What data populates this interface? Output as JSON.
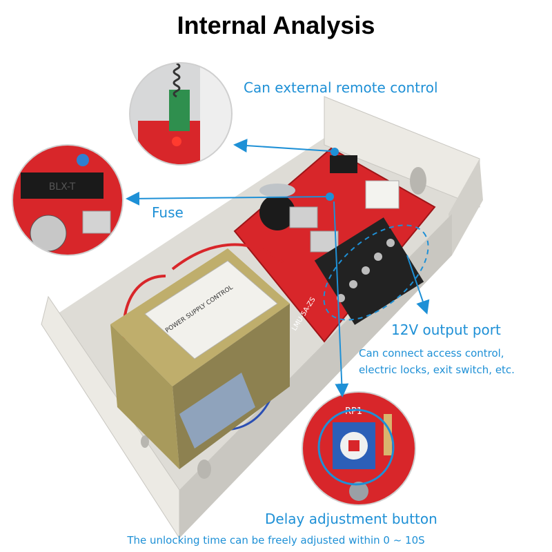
{
  "title": "Internal Analysis",
  "callouts": {
    "remote": "Can external remote control",
    "fuse": "Fuse",
    "output": "12V output port",
    "output_detail": "Can connect access control, electric locks, exit switch, etc.",
    "delay": "Delay adjustment button",
    "delay_detail": "The unlocking time can be freely adjusted within 0 ~ 10S"
  },
  "product_labels": {
    "transformer_label": "POWER SUPPLY CONTROL",
    "board_id": "LMU-5A-ZS",
    "fuse_text": "BLX-T",
    "pot_label": "RP1"
  },
  "colors": {
    "accent": "#1e90d6",
    "title": "#000000",
    "board": "#d8262a",
    "case": "#e4e3de"
  }
}
